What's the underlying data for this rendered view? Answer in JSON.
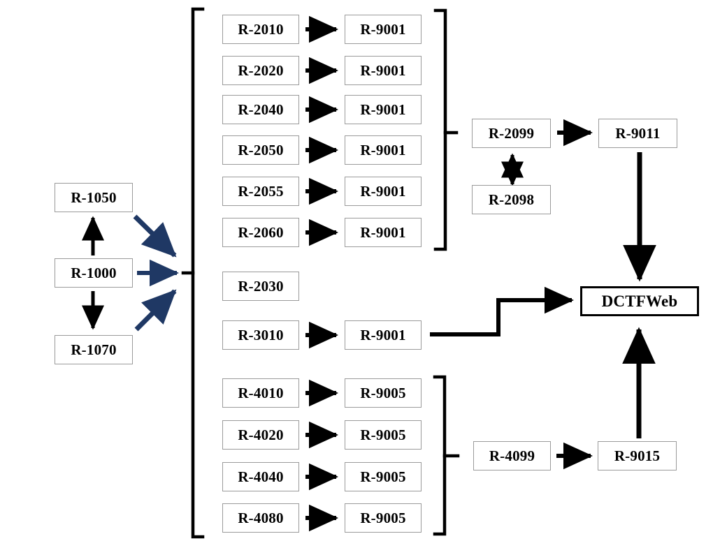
{
  "diagram": {
    "title": "DCTFWeb record flow diagram",
    "type": "flow-diagram",
    "colors": {
      "node_border": "#9a9a9a",
      "emphasis_border": "#000000",
      "arrow_black": "#000000",
      "arrow_navy": "#1F3864",
      "background": "#ffffff"
    },
    "nodes": {
      "r1050": "R-1050",
      "r1000": "R-1000",
      "r1070": "R-1070",
      "r2010": "R-2010",
      "r2020": "R-2020",
      "r2040": "R-2040",
      "r2050": "R-2050",
      "r2055": "R-2055",
      "r2060": "R-2060",
      "r2030": "R-2030",
      "r3010": "R-3010",
      "r4010": "R-4010",
      "r4020": "R-4020",
      "r4040": "R-4040",
      "r4080": "R-4080",
      "r9001_a": "R-9001",
      "r9001_b": "R-9001",
      "r9001_c": "R-9001",
      "r9001_d": "R-9001",
      "r9001_e": "R-9001",
      "r9001_f": "R-9001",
      "r9001_g": "R-9001",
      "r9005_a": "R-9005",
      "r9005_b": "R-9005",
      "r9005_c": "R-9005",
      "r9005_d": "R-9005",
      "r2099": "R-2099",
      "r2098": "R-2098",
      "r9011": "R-9011",
      "r4099": "R-4099",
      "r9015": "R-9015",
      "dctfweb": "DCTFWeb"
    },
    "edges": [
      {
        "from": "R-1000",
        "to": "R-1050",
        "style": "black-up"
      },
      {
        "from": "R-1000",
        "to": "R-1070",
        "style": "black-down"
      },
      {
        "from": "R-1000",
        "to": "group-bracket",
        "style": "navy-diagonal-up"
      },
      {
        "from": "R-1000",
        "to": "group-bracket",
        "style": "navy-horizontal"
      },
      {
        "from": "R-1000",
        "to": "group-bracket",
        "style": "navy-diagonal-down"
      },
      {
        "from": "R-2010",
        "to": "R-9001",
        "style": "black-right"
      },
      {
        "from": "R-2020",
        "to": "R-9001",
        "style": "black-right"
      },
      {
        "from": "R-2040",
        "to": "R-9001",
        "style": "black-right"
      },
      {
        "from": "R-2050",
        "to": "R-9001",
        "style": "black-right"
      },
      {
        "from": "R-2055",
        "to": "R-9001",
        "style": "black-right"
      },
      {
        "from": "R-2060",
        "to": "R-9001",
        "style": "black-right"
      },
      {
        "from": "R-3010",
        "to": "R-9001",
        "style": "black-right"
      },
      {
        "from": "R-4010",
        "to": "R-9005",
        "style": "black-right"
      },
      {
        "from": "R-4020",
        "to": "R-9005",
        "style": "black-right"
      },
      {
        "from": "R-4040",
        "to": "R-9005",
        "style": "black-right"
      },
      {
        "from": "R-4080",
        "to": "R-9005",
        "style": "black-right"
      },
      {
        "from": "R-9001-group",
        "to": "R-2099",
        "style": "bracket-right"
      },
      {
        "from": "R-2099",
        "to": "R-9011",
        "style": "black-right"
      },
      {
        "from": "R-2098",
        "to": "R-2099",
        "style": "black-double-vertical"
      },
      {
        "from": "R-9011",
        "to": "DCTFWeb",
        "style": "black-down"
      },
      {
        "from": "R-9001",
        "to": "DCTFWeb",
        "style": "black-step-right"
      },
      {
        "from": "R-9005-group",
        "to": "R-4099",
        "style": "bracket-right"
      },
      {
        "from": "R-4099",
        "to": "R-9015",
        "style": "black-right"
      },
      {
        "from": "R-9015",
        "to": "DCTFWeb",
        "style": "black-up"
      }
    ],
    "brackets": [
      {
        "name": "main-left-bracket",
        "spans": "all middle-column rows",
        "tick_target": "R-1000"
      },
      {
        "name": "top-right-bracket",
        "spans": "R-9001 rows 1-6",
        "tick_target": "R-2099"
      },
      {
        "name": "bottom-right-bracket",
        "spans": "R-9005 rows 1-4",
        "tick_target": "R-4099"
      }
    ]
  }
}
